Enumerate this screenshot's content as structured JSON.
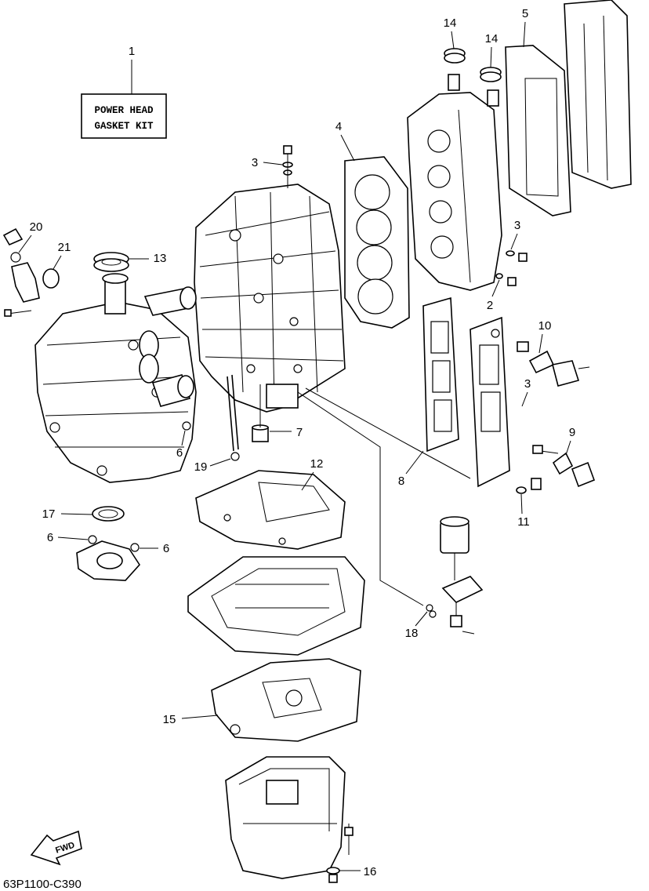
{
  "diagram": {
    "kit_label_line1": "POWER HEAD",
    "kit_label_line2": "GASKET KIT",
    "fwd_label": "FWD",
    "drawing_code": "63P1100-C390",
    "callouts": [
      {
        "id": "c1",
        "label": "1"
      },
      {
        "id": "c2",
        "label": "2"
      },
      {
        "id": "c3a",
        "label": "3"
      },
      {
        "id": "c3b",
        "label": "3"
      },
      {
        "id": "c3c",
        "label": "3"
      },
      {
        "id": "c4",
        "label": "4"
      },
      {
        "id": "c5",
        "label": "5"
      },
      {
        "id": "c6a",
        "label": "6"
      },
      {
        "id": "c6b",
        "label": "6"
      },
      {
        "id": "c6c",
        "label": "6"
      },
      {
        "id": "c7",
        "label": "7"
      },
      {
        "id": "c8",
        "label": "8"
      },
      {
        "id": "c9",
        "label": "9"
      },
      {
        "id": "c10",
        "label": "10"
      },
      {
        "id": "c11",
        "label": "11"
      },
      {
        "id": "c12",
        "label": "12"
      },
      {
        "id": "c13",
        "label": "13"
      },
      {
        "id": "c14a",
        "label": "14"
      },
      {
        "id": "c14b",
        "label": "14"
      },
      {
        "id": "c15",
        "label": "15"
      },
      {
        "id": "c16",
        "label": "16"
      },
      {
        "id": "c17",
        "label": "17"
      },
      {
        "id": "c18",
        "label": "18"
      },
      {
        "id": "c19",
        "label": "19"
      },
      {
        "id": "c20",
        "label": "20"
      },
      {
        "id": "c21",
        "label": "21"
      }
    ]
  }
}
